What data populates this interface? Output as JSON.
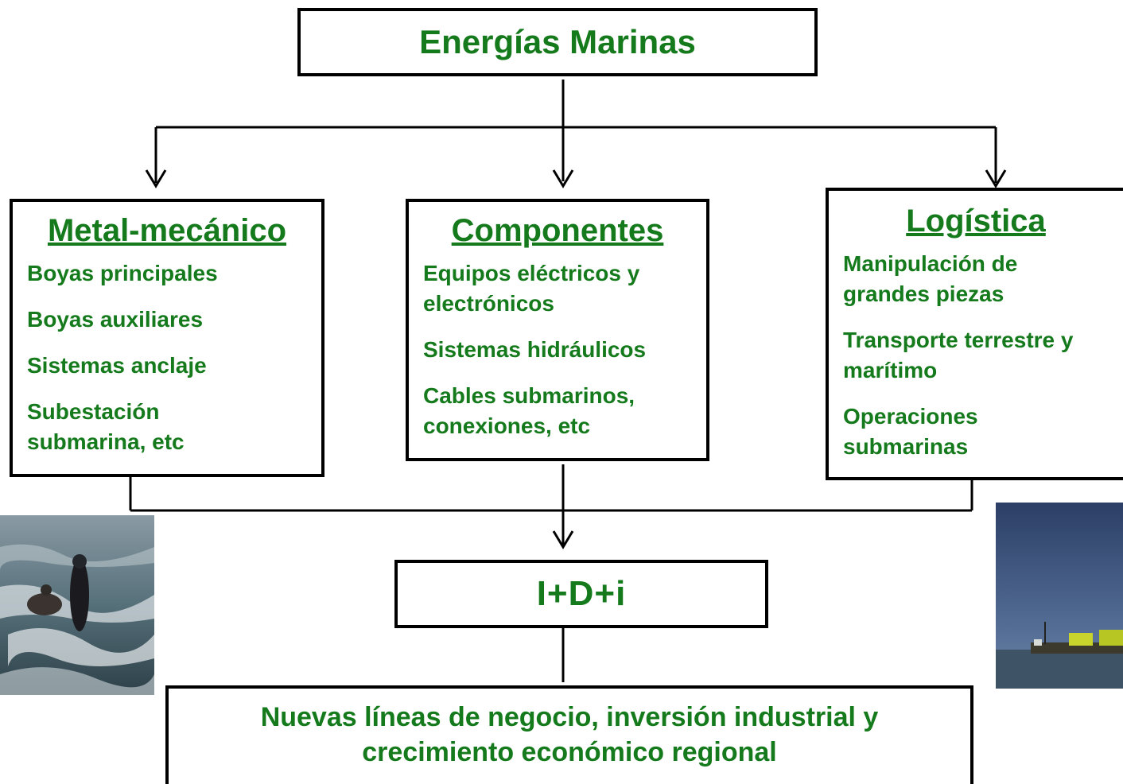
{
  "top": {
    "title": "Energías Marinas"
  },
  "categories": [
    {
      "title": "Metal-mecánico",
      "items": [
        "Boyas principales",
        "Boyas auxiliares",
        "Sistemas anclaje",
        "Subestación submarina, etc"
      ]
    },
    {
      "title": "Componentes",
      "items": [
        "Equipos eléctricos y electrónicos",
        "Sistemas hidráulicos",
        "Cables submarinos, conexiones, etc"
      ]
    },
    {
      "title": "Logística",
      "items": [
        "Manipulación de grandes piezas",
        "Transporte terrestre y marítimo",
        "Operaciones submarinas"
      ]
    }
  ],
  "rdi": {
    "title": "I+D+i"
  },
  "outcome": {
    "text": "Nuevas líneas de negocio, inversión industrial y crecimiento económico regional"
  },
  "colors": {
    "text_green": "#147a1c",
    "border": "#000000"
  }
}
